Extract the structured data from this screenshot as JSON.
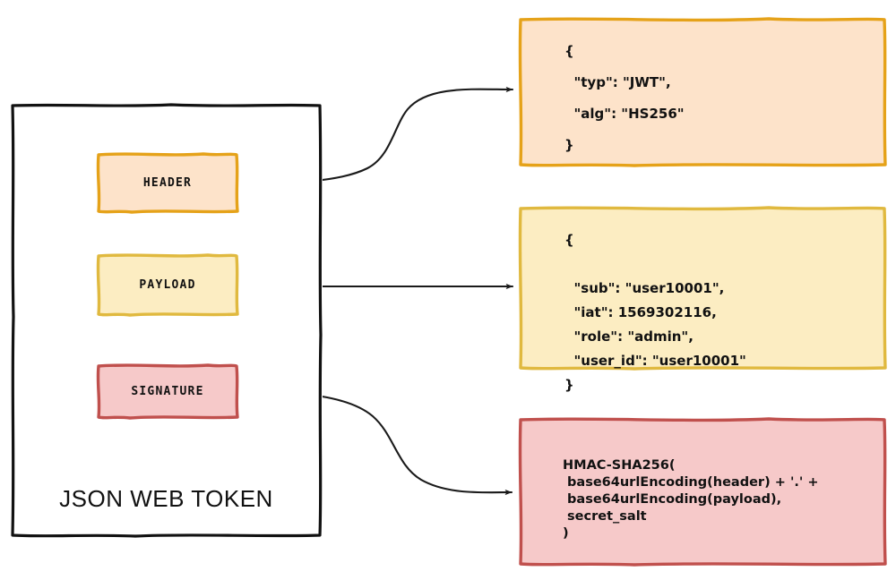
{
  "diagram": {
    "title": "JSON WEB TOKEN",
    "type": "jwt-structure-diagram"
  },
  "token": {
    "label": "JSON WEB TOKEN",
    "parts": [
      {
        "id": "header",
        "label": "HEADER",
        "fill": "#FDE3CA",
        "stroke": "#E5A219"
      },
      {
        "id": "payload",
        "label": "PAYLOAD",
        "fill": "#FCEDC2",
        "stroke": "#E0B93F"
      },
      {
        "id": "signature",
        "label": "SIGNATURE",
        "fill": "#F6C9C9",
        "stroke": "#C0504D"
      }
    ],
    "container_stroke": "#111111"
  },
  "panels": {
    "header": {
      "fill": "#FDE3CA",
      "stroke": "#E5A219",
      "lines": [
        "{",
        "  \"typ\": \"JWT\",",
        "  \"alg\": \"HS256\"",
        "}"
      ],
      "text": "{\n  \"typ\": \"JWT\",\n  \"alg\": \"HS256\"\n}"
    },
    "payload": {
      "fill": "#FCEDC2",
      "stroke": "#E0B93F",
      "lines": [
        "{",
        "",
        "  \"sub\": \"user10001\",",
        "  \"iat\": 1569302116,",
        "  \"role\": \"admin\",",
        "  \"user_id\": \"user10001\"",
        "}"
      ],
      "text": "{\n\n  \"sub\": \"user10001\",\n  \"iat\": 1569302116,\n  \"role\": \"admin\",\n  \"user_id\": \"user10001\"\n}"
    },
    "signature": {
      "fill": "#F6C9C9",
      "stroke": "#C0504D",
      "lines": [
        "HMAC-SHA256(",
        " base64urlEncoding(header) + '.' +",
        " base64urlEncoding(payload),",
        " secret_salt",
        ")"
      ],
      "text": "HMAC-SHA256(\n base64urlEncoding(header) + '.' +\n base64urlEncoding(payload),\n secret_salt\n)"
    }
  },
  "connectors": [
    {
      "id": "header-connector",
      "from": "header",
      "to": "panel-header",
      "style": "s-curve-up"
    },
    {
      "id": "payload-connector",
      "from": "payload",
      "to": "panel-payload",
      "style": "straight"
    },
    {
      "id": "signature-connector",
      "from": "signature",
      "to": "panel-signature",
      "style": "s-curve-down"
    }
  ]
}
